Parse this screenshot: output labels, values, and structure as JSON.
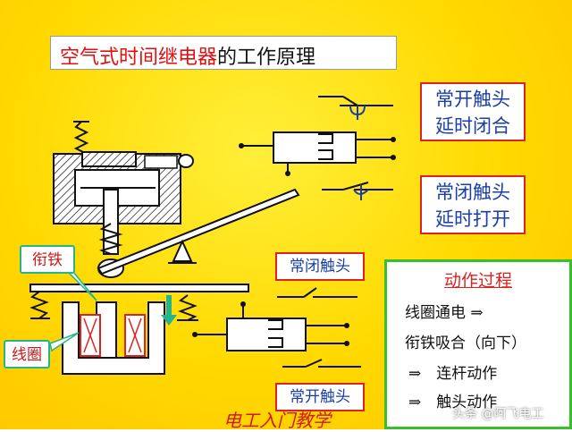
{
  "title": {
    "red_part": "空气式时间继电器",
    "black_part": "的工作原理"
  },
  "labels": {
    "no_delay_close": [
      "常开触头",
      "延时闭合"
    ],
    "nc_delay_open": [
      "常闭触头",
      "延时打开"
    ],
    "nc_contact": "常闭触头",
    "no_contact": "常开触头",
    "armature": "衔铁",
    "coil": "线圈"
  },
  "process": {
    "title": "动作过程",
    "steps": [
      "线圈通电 ⇒",
      "衔铁吸合（向下）",
      "⇒　连杆动作",
      "⇒　触头动作"
    ]
  },
  "watermark": {
    "course": "电工入门教学",
    "source": "头条 @阿飞电工"
  },
  "colors": {
    "background": "#ffd900",
    "label_text": "#1a3ea8",
    "label_border": "#dd2222",
    "process_border": "#37c02a",
    "title_red": "#e01010"
  }
}
